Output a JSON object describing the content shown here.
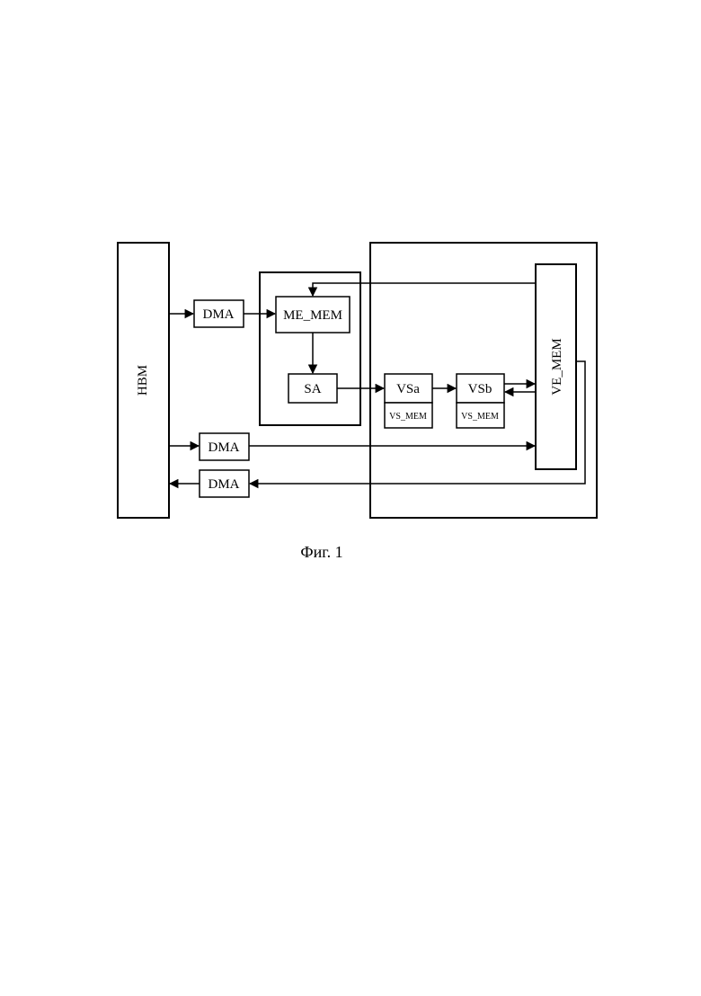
{
  "blocks": {
    "hbm": "HBM",
    "dma_in_top": "DMA",
    "me_mem": "ME_MEM",
    "sa": "SA",
    "vsa": "VSa",
    "vsa_mem": "VS_MEM",
    "vsb": "VSb",
    "vsb_mem": "VS_MEM",
    "ve_mem": "VE_MEM",
    "dma_in_bottom": "DMA",
    "dma_out": "DMA"
  },
  "caption": "Фиг. 1"
}
